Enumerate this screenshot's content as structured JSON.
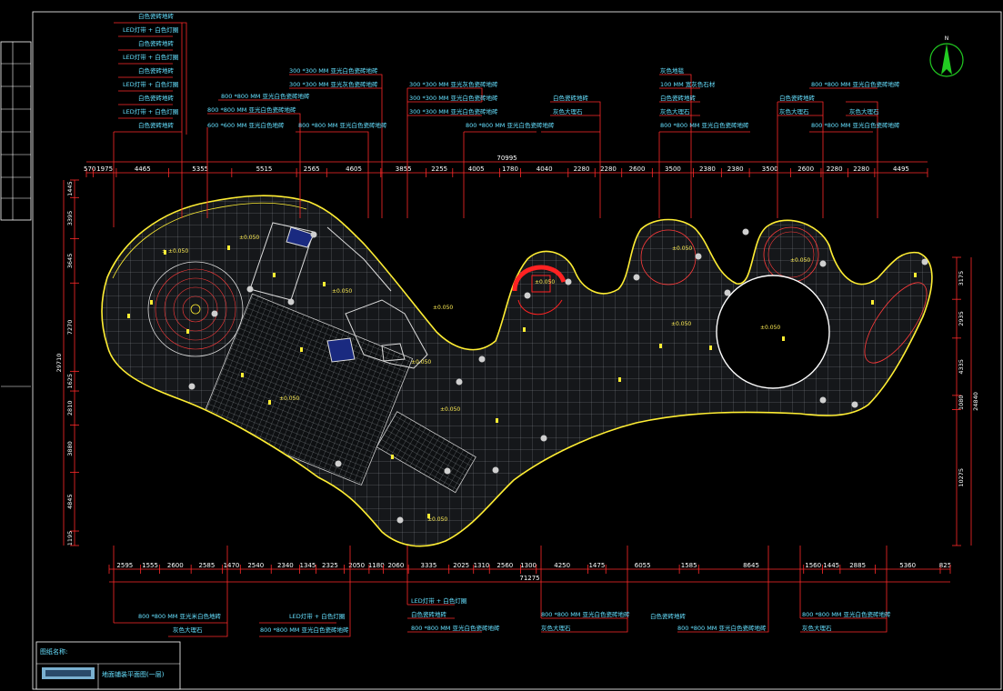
{
  "colors": {
    "background": "#000000",
    "frame": "#ffffff",
    "dimension_line": "#ff2a2a",
    "dimension_text": "#ffffff",
    "callout_text": "#66e0ff",
    "outline": "#ffee33",
    "grid": "#9aa0a6",
    "north_arrow": "#22cc22"
  },
  "north_arrow": {
    "label": "N"
  },
  "level_markers": [
    "± ±0.050",
    "±0.050",
    "±0.050",
    "±0.050",
    "±0.050",
    "±0.050",
    "±0.050",
    "±0.050",
    "±0.050",
    "±0.050",
    "±0.050",
    "±0.050",
    "±0.050"
  ],
  "top_dims": {
    "overall": "70995",
    "segments": [
      "570",
      "1975",
      "4465",
      "5355",
      "5515",
      "2565",
      "4605",
      "3855",
      "2255",
      "4005",
      "1780",
      "4040",
      "2280",
      "2280",
      "2600",
      "3500",
      "2380",
      "2380",
      "3500",
      "2600",
      "2280",
      "2280",
      "4495"
    ]
  },
  "bottom_dims": {
    "overall": "71275",
    "segments": [
      "2595",
      "1555",
      "2600",
      "2585",
      "1470",
      "2540",
      "2340",
      "1345",
      "2325",
      "2050",
      "1180",
      "2060",
      "3335",
      "2025",
      "1310",
      "2560",
      "1300",
      "4250",
      "1475",
      "6055",
      "1585",
      "8645",
      "1560",
      "1445",
      "2885",
      "5360",
      "825"
    ]
  },
  "left_dims": {
    "overall": "29710",
    "segments": [
      "1445",
      "3395",
      "3645",
      "7270",
      "1625",
      "2810",
      "3880",
      "4845",
      "1195"
    ]
  },
  "right_dims": {
    "overall": "24840",
    "segments": [
      "3175",
      "2935",
      "4335",
      "1080",
      "10275"
    ]
  },
  "callouts_top": [
    "白色瓷砖地砖",
    "LED灯带 + 白色灯圈",
    "白色瓷砖地砖",
    "LED灯带 + 白色灯圈",
    "白色瓷砖地砖",
    "LED灯带 + 白色灯圈",
    "白色瓷砖地砖",
    "LED灯带 + 白色灯圈",
    "白色瓷砖地砖",
    "300 *300 MM 亚光白色瓷砖地砖",
    "300 *300 MM 亚光灰色瓷砖地砖",
    "800 *800 MM 亚光白色瓷砖地砖",
    "800 *800 MM 亚光白色瓷砖地砖",
    "600 *600 MM 亚光白色地砖",
    "800 *800 MM 亚光白色瓷砖地砖",
    "300 *300 MM 亚光灰色瓷砖地砖",
    "300 *300 MM 亚光白色瓷砖地砖",
    "300 *300 MM 亚光白色瓷砖地砖",
    "800 *800 MM 亚光白色瓷砖地砖",
    "白色瓷砖地砖",
    "灰色大理石",
    "灰色地毯",
    "100 MM 宽灰色石材",
    "白色瓷砖地砖",
    "灰色大理石",
    "800 *800 MM 亚光白色瓷砖地砖",
    "800 *800 MM 亚光白色瓷砖地砖",
    "白色瓷砖地砖",
    "灰色大理石",
    "灰色大理石",
    "800 *800 MM 亚光白色瓷砖地砖"
  ],
  "callouts_bottom": [
    "800 *800 MM 亚光米白色地砖",
    "灰色大理石",
    "LED灯带 + 白色灯圈",
    "800 *800 MM 亚光白色瓷砖地砖",
    "LED灯带 + 白色灯圈",
    "白色瓷砖地砖",
    "800 *800 MM 亚光白色瓷砖地砖",
    "800 *800 MM 亚光白色瓷砖地砖",
    "灰色大理石",
    "白色瓷砖地砖",
    "800 *800 MM 亚光白色瓷砖地砖",
    "800 *800 MM 亚光白色瓷砖地砖",
    "灰色大理石"
  ],
  "title_block": {
    "header": "图纸名称:",
    "drawing_title": "地面铺装平面图(一层)"
  }
}
